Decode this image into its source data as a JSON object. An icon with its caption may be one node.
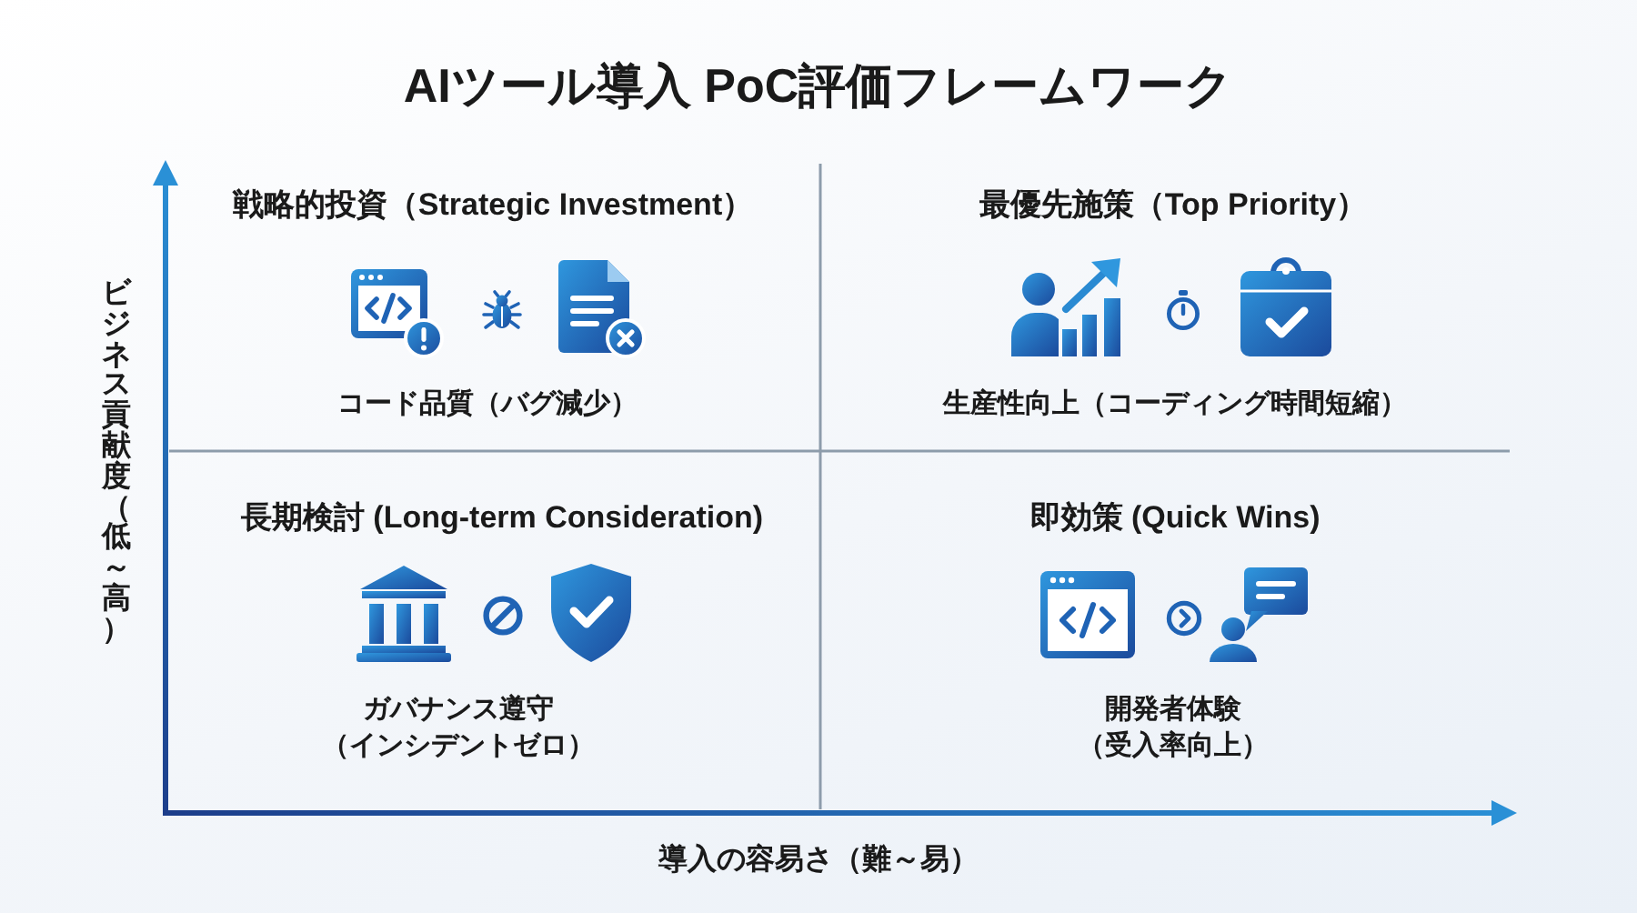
{
  "diagram": {
    "title": "AIツール導入 PoC評価フレームワーク",
    "labels": [
      "ビジネス貢献度（低～高）",
      "戦略的投資（Strategic Investment）",
      "最優先施策（Top Priority）",
      "コード品質（バグ減少）",
      "生産性向上（コーディング時間短縮）",
      "長期検討 (Long-term Consideration)",
      "即効策 (Quick Wins)",
      "ガバナンス遵守（インシデントゼロ）",
      "開発者体験（受入率向上）",
      "導入の容易さ（難～易）"
    ]
  }
}
